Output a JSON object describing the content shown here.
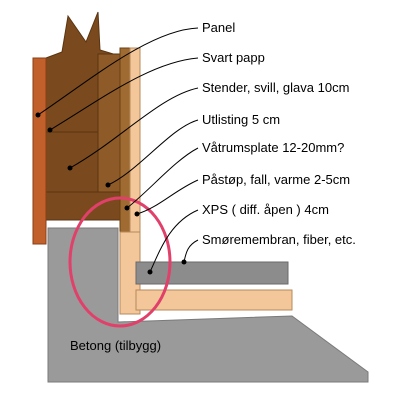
{
  "labels": {
    "panel": "Panel",
    "svart_papp": "Svart papp",
    "stender": "Stender, svill, glava 10cm",
    "utlisting": "Utlisting 5 cm",
    "vatrumsplate": "Våtrumsplate 12-20mm?",
    "pastop": "Påstøp, fall, varme 2-5cm",
    "xps": "XPS ( diff. åpen ) 4cm",
    "smoremembran": "Smøremembran, fiber, etc.",
    "betong": "Betong (tilbygg)"
  },
  "colors": {
    "panel": "#c1602a",
    "wood": "#7a4a1e",
    "wood_light": "#8e5a28",
    "utlisting": "#a06b32",
    "vatrumsplate": "#f3c79a",
    "concrete": "#9a9a9a",
    "membrane": "#8c8c8c",
    "highlight_circle": "#e0406a"
  }
}
